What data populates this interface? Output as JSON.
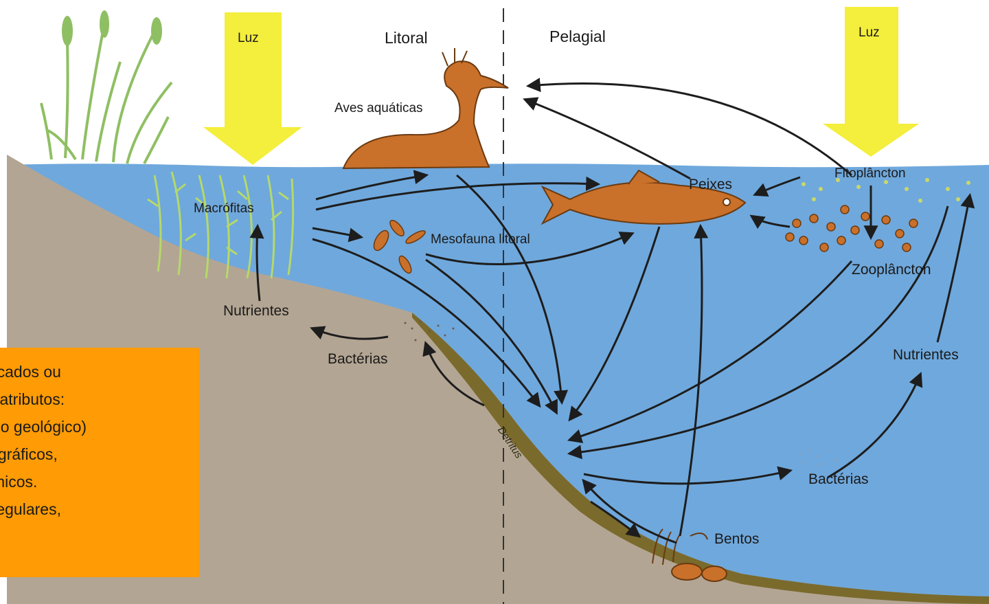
{
  "labels": {
    "luz_left": "Luz",
    "luz_right": "Luz",
    "litoral": "Litoral",
    "pelagial": "Pelagial",
    "aves": "Aves aquáticas",
    "macrofitas": "Macrófitas",
    "mesofauna": "Mesofauna litoral",
    "peixes": "Peixes",
    "fitoplancton": "Fitoplâncton",
    "zooplancton": "Zooplâncton",
    "nutrientes_left": "Nutrientes",
    "nutrientes_right": "Nutrientes",
    "bacterias_left": "Bactérias",
    "bacterias_right": "Bactérias",
    "detritus": "Detritus",
    "bentos": "Bentos"
  },
  "overlay": {
    "lines": [
      "ssificados ou",
      "eus atributos:",
      "empo geológico)",
      "  fisiográficos,",
      "químicos.",
      "es regulares,"
    ]
  },
  "colors": {
    "water": "#6fa8dc",
    "sediment": "#b3a593",
    "detritus": "#7a6a2c",
    "light_arrow": "#f4ee3c",
    "animal": "#c9702a",
    "overlay": "#ff9b05"
  }
}
